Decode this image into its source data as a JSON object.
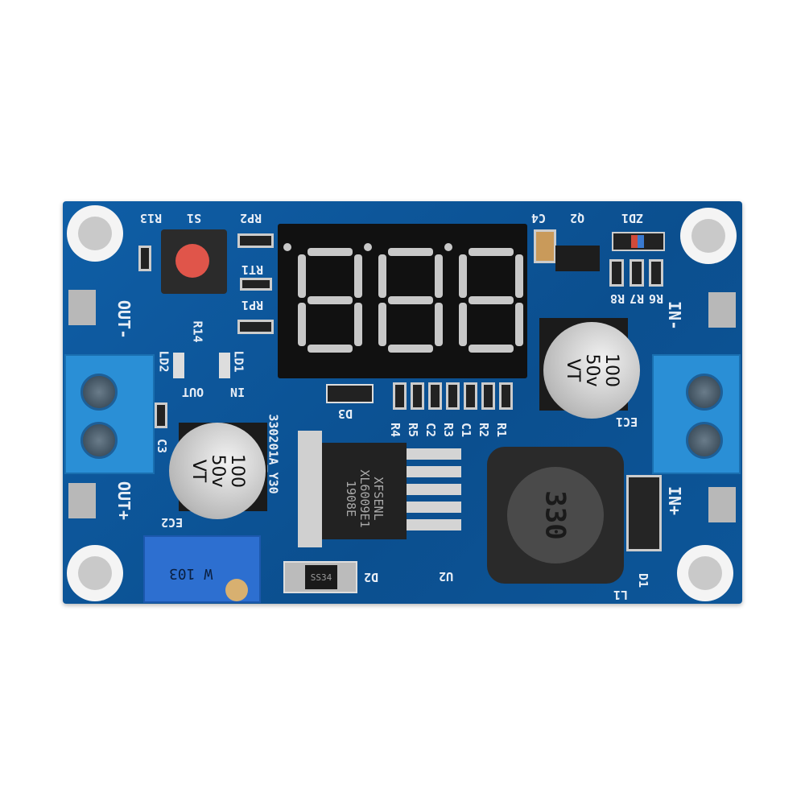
{
  "board": {
    "color": "#0d5699",
    "display_digits": [
      "8",
      "8",
      "8"
    ],
    "labels": {
      "out_minus": "OUT-",
      "out_plus": "OUT+",
      "in_minus": "IN-",
      "in_plus": "IN+",
      "r13": "R13",
      "s1": "S1",
      "rp2": "RP2",
      "rt1": "RT1",
      "rp1": "RP1",
      "r14": "R14",
      "ld2": "LD2",
      "ld1": "LD1",
      "out": "OUT",
      "in": "IN",
      "board_id": "330201A_Y30",
      "d3": "D3",
      "small_row": [
        "R4",
        "R5",
        "C2",
        "R3",
        "C1",
        "R2",
        "R1"
      ],
      "c4": "C4",
      "q2": "Q2",
      "zd1": "ZD1",
      "r8": "R8",
      "r7": "R7",
      "r6": "R6",
      "ec1": "EC1",
      "ec2": "EC2",
      "c3": "C3",
      "u2": "U2",
      "d2": "D2",
      "l1": "L1",
      "d1": "D1"
    },
    "cap_ec1": [
      "100",
      "50v",
      "VT"
    ],
    "cap_ec2": [
      "100",
      "50v",
      "VT"
    ],
    "chip": [
      "XFSENL",
      "XL6009E1",
      "1908E"
    ],
    "inductor_mark": "330",
    "d2_mark": "SS34",
    "pot_mark": "W 103",
    "button_color": "#e0554a"
  }
}
